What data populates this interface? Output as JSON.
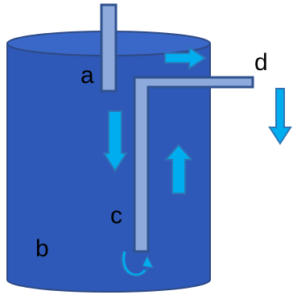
{
  "labels": {
    "a": "a",
    "b": "b",
    "c": "c",
    "d": "d"
  },
  "colors": {
    "vessel_body": "#2E59B8",
    "vessel_top": "#3A68C8",
    "vessel_outline": "#2E4A86",
    "tube_fill": "#8EA9DB",
    "tube_outline": "#2F528F",
    "arrow_fill": "#00AEEF",
    "arrow_outline": "#2E75B6"
  }
}
